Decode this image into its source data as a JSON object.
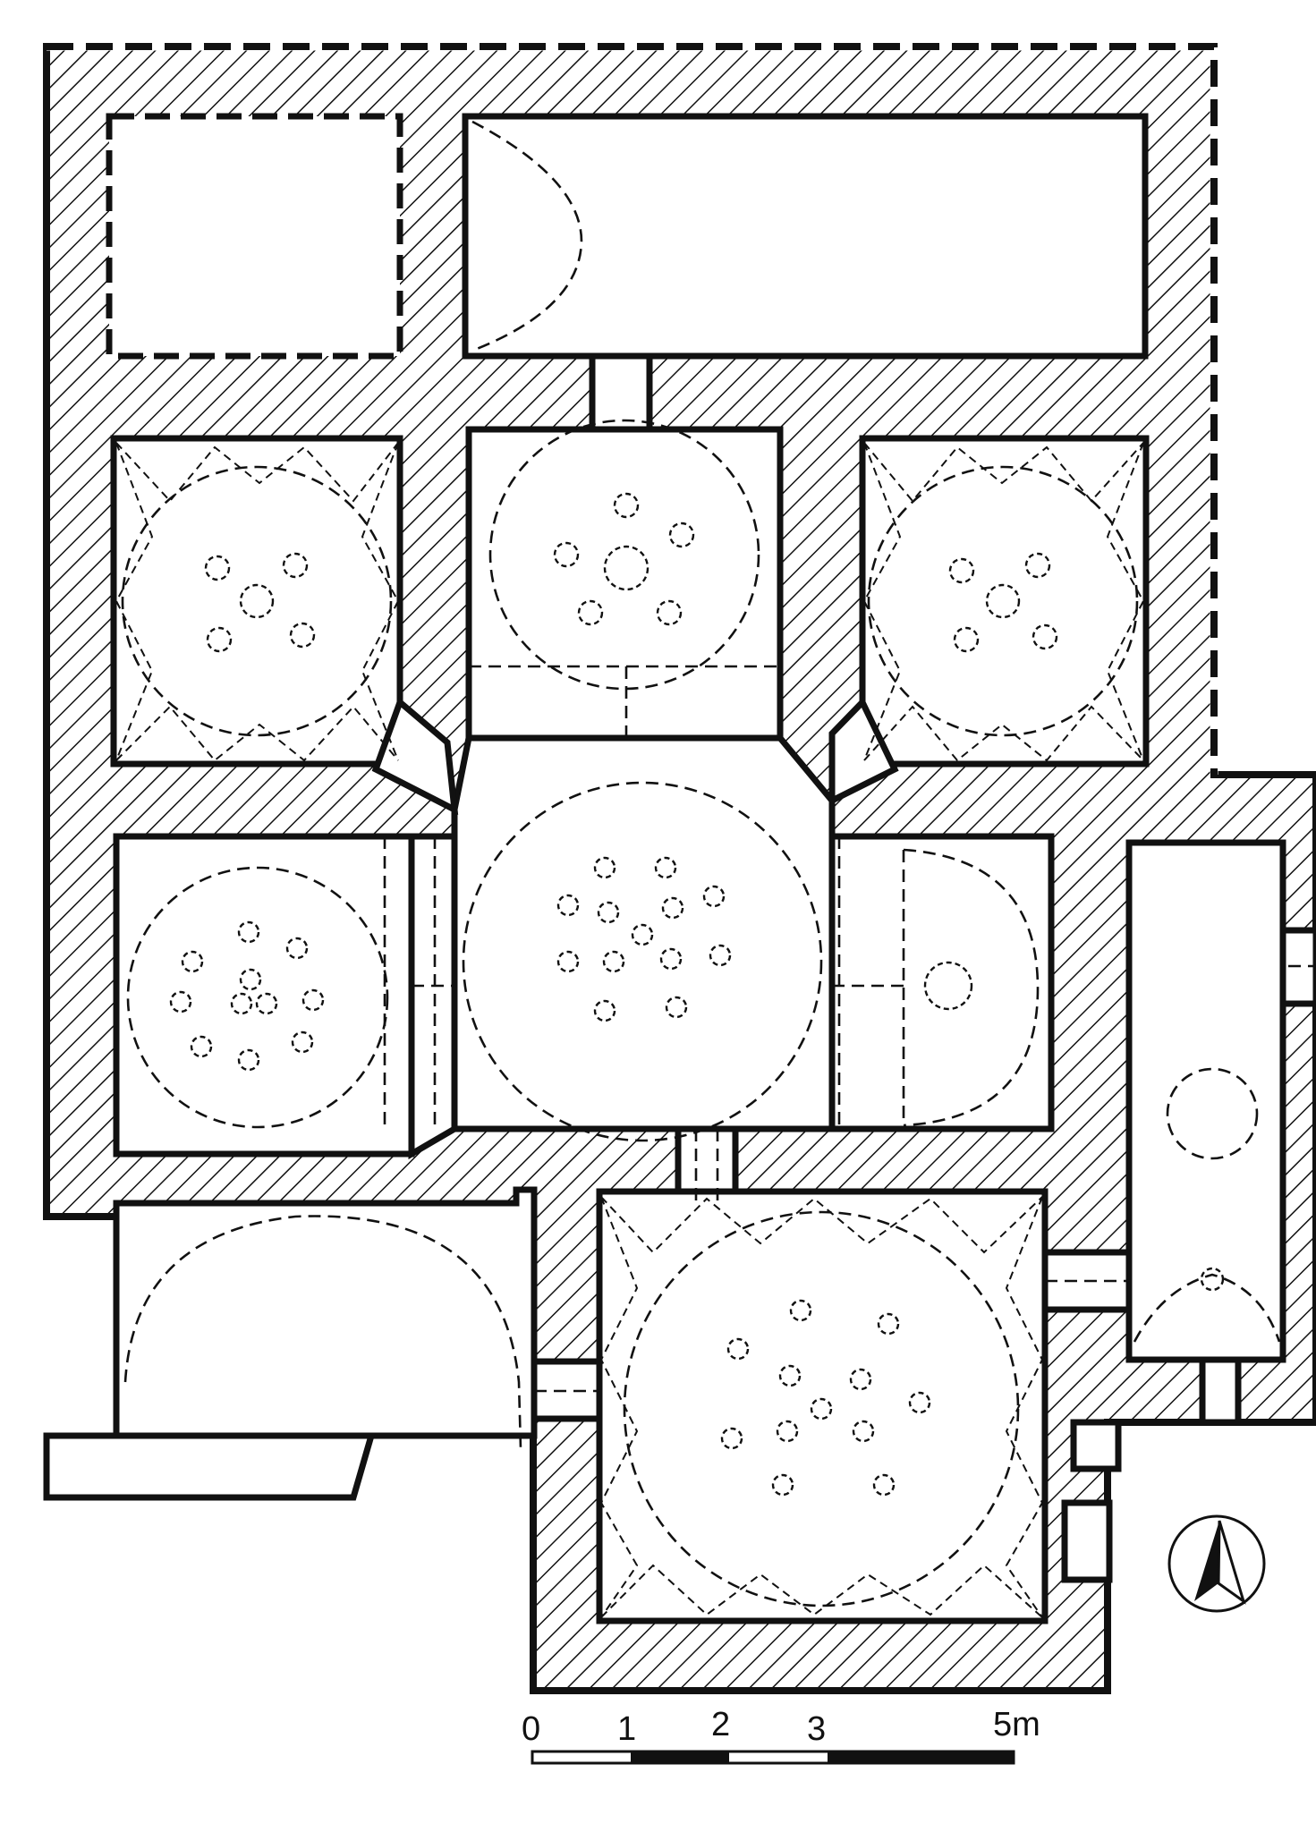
{
  "scale_bar": {
    "labels": [
      "0",
      "1",
      "2",
      "3",
      "5m"
    ]
  },
  "compass": {
    "icon": "north-arrow-icon"
  },
  "colors": {
    "ink": "#111111",
    "paper": "#ffffff"
  }
}
